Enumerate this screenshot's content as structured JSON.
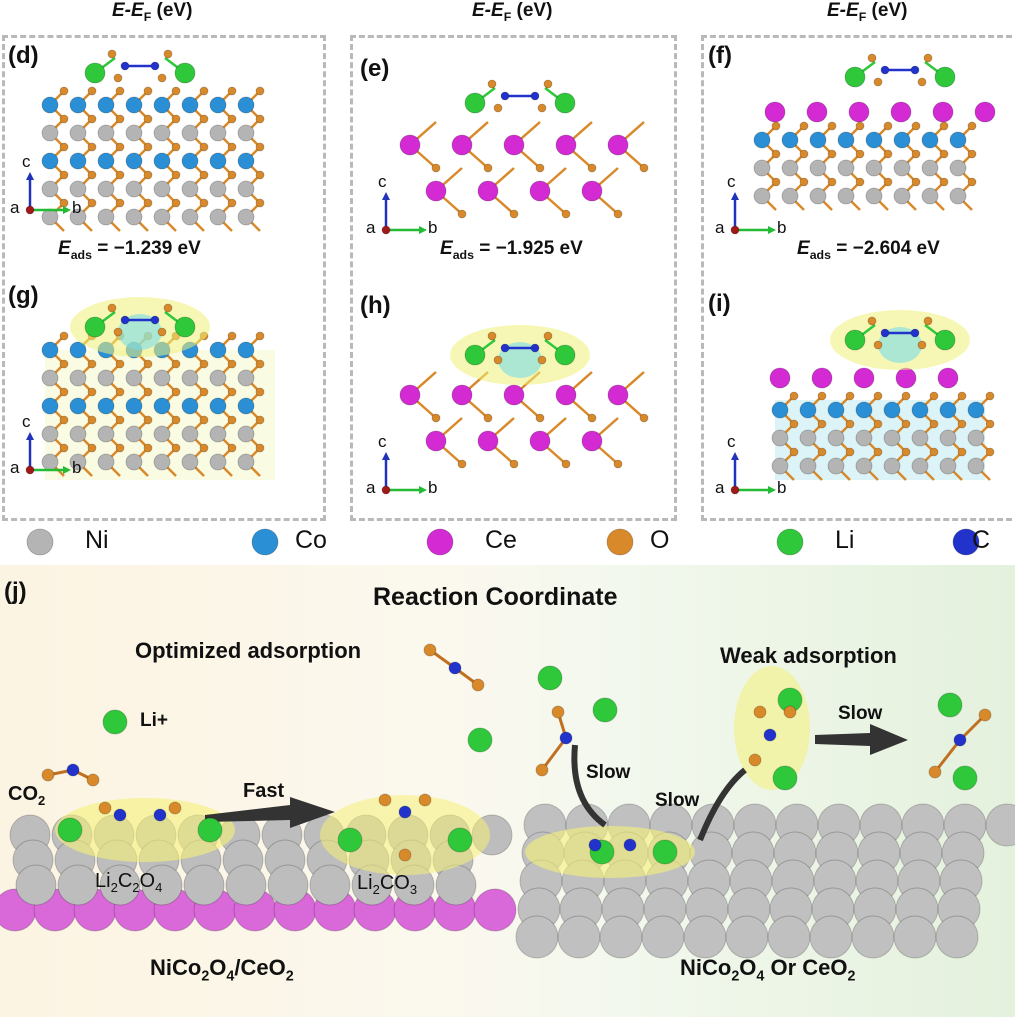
{
  "colors": {
    "Ni": "#b4b4b4",
    "Co": "#2a8fd4",
    "Ce": "#d42ad4",
    "O": "#d8892a",
    "Li": "#2ec83a",
    "C": "#2233cc",
    "box": "#b9b9b9"
  },
  "header": {
    "label_main": "E-E",
    "label_sub": "F",
    "label_unit": "(eV)"
  },
  "panels": [
    {
      "label": "(d)",
      "eads_value": "= −1.239 eV"
    },
    {
      "label": "(e)",
      "eads_value": "= −1.925 eV"
    },
    {
      "label": "(f)",
      "eads_value": "= −2.604 eV"
    },
    {
      "label": "(g)"
    },
    {
      "label": "(h)"
    },
    {
      "label": "(i)"
    }
  ],
  "eads_symbol": "E",
  "eads_sub": "ads",
  "axes": {
    "a": "a",
    "b": "b",
    "c": "c"
  },
  "legend": [
    {
      "element": "Ni",
      "label": "Ni"
    },
    {
      "element": "Co",
      "label": "Co"
    },
    {
      "element": "Ce",
      "label": "Ce"
    },
    {
      "element": "O",
      "label": "O"
    },
    {
      "element": "Li",
      "label": "Li"
    },
    {
      "element": "C",
      "label": "C"
    }
  ],
  "j": {
    "label": "(j)",
    "title": "Reaction Coordinate",
    "optimized": "Optimized adsorption",
    "weak": "Weak adsorption",
    "li_plus": "Li+",
    "co2": "CO2",
    "fast": "Fast",
    "slow1": "Slow",
    "slow2": "Slow",
    "slow3": "Slow",
    "li2c2o4": "Li2C2O4",
    "li2co3": "Li2CO3",
    "left_substrate": "NiCo2O4/CeO2",
    "right_substrate": "NiCo2O4 Or CeO2"
  }
}
